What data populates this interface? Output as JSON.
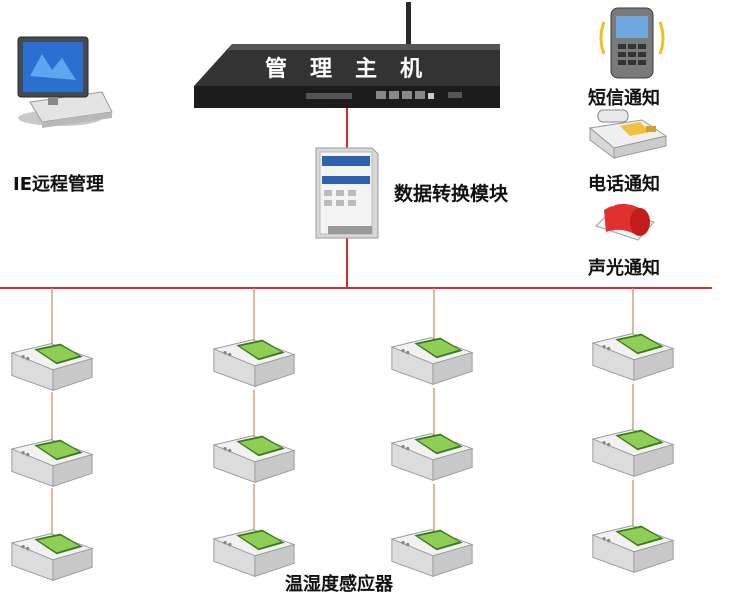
{
  "host": {
    "label": "管理主机",
    "chars": [
      "管",
      "理",
      "主",
      "机"
    ]
  },
  "remote": {
    "label": "IE远程管理"
  },
  "converter": {
    "label": "数据转换模块"
  },
  "notifications": [
    {
      "key": "sms",
      "label": "短信通知",
      "icon": "mobile-phone-icon"
    },
    {
      "key": "phone",
      "label": "电话通知",
      "icon": "desk-phone-icon"
    },
    {
      "key": "alarm",
      "label": "声光通知",
      "icon": "siren-icon"
    }
  ],
  "sensors": {
    "label": "温湿度感应器",
    "columns": 4,
    "rows": 3
  },
  "colors": {
    "bus": "#d42a2a",
    "drop": "#c98a5a",
    "chassis": "#2c2c2c",
    "lcd": "#6fae3e",
    "sensor_body": "#e8e8e8"
  }
}
